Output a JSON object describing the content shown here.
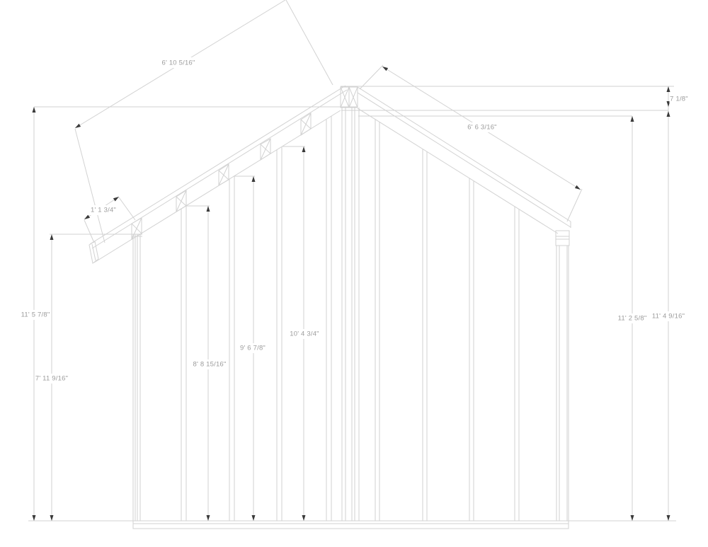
{
  "drawing": {
    "dimensions": {
      "left_rafter_length": "6' 10 5/16\"",
      "left_overhang": "1' 1 3/4\"",
      "right_roof_length": "6' 6 3/16\"",
      "peak_cap_offset": "7 1/8\"",
      "peak_height": "11' 5 7/8\"",
      "left_wall_height": "7' 11 9/16\"",
      "gable_stud_1_height": "8' 8 15/16\"",
      "gable_stud_2_height": "9' 6 7/8\"",
      "gable_stud_3_height": "10' 4 3/4\"",
      "right_ridge_height_inner": "11' 2 5/8\"",
      "right_ridge_height_outer": "11' 4 9/16\""
    },
    "colors": {
      "line": "#d2d2d2",
      "text": "#9c9c9c",
      "arrow": "#3a3a3a",
      "background": "#ffffff"
    }
  }
}
